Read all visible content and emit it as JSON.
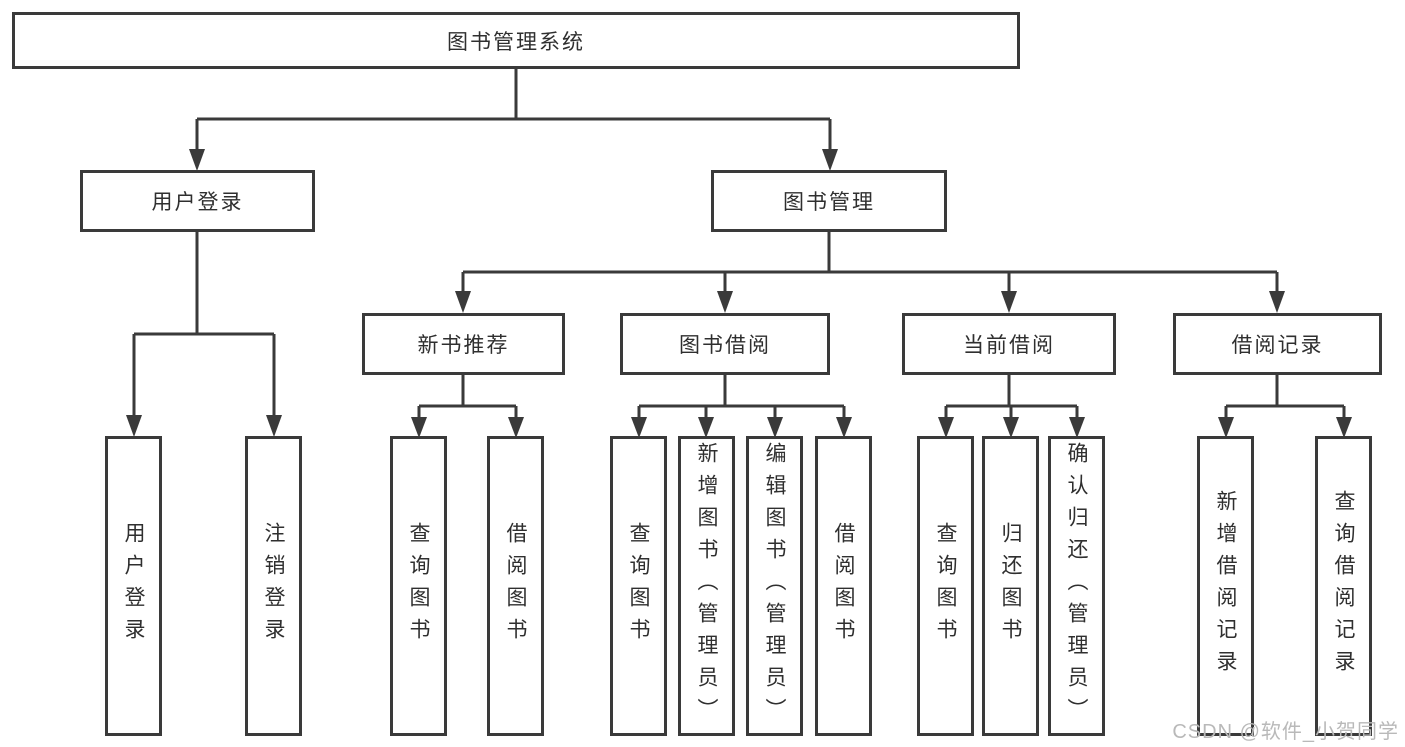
{
  "colors": {
    "line": "#3a3a3a",
    "text": "#2f2f2f",
    "background": "#ffffff",
    "watermark": "#b9b9b9"
  },
  "nodes": {
    "root": "图书管理系统",
    "user_login": "用户登录",
    "book_mgmt": "图书管理",
    "new_book_rec": "新书推荐",
    "book_borrow": "图书借阅",
    "current_borrow": "当前借阅",
    "borrow_record": "借阅记录",
    "leaf_user_login": "用户登录",
    "leaf_logout": "注销登录",
    "leaf_query_book_1": "查询图书",
    "leaf_borrow_book_1": "借阅图书",
    "leaf_query_book_2": "查询图书",
    "leaf_add_book": "新增图书（管理员）",
    "leaf_edit_book": "编辑图书（管理员）",
    "leaf_borrow_book_2": "借阅图书",
    "leaf_query_book_3": "查询图书",
    "leaf_return_book": "归还图书",
    "leaf_confirm_return": "确认归还（管理员）",
    "leaf_add_record": "新增借阅记录",
    "leaf_query_record": "查询借阅记录"
  },
  "edges": [
    {
      "parent": "root",
      "children": [
        "user_login",
        "book_mgmt"
      ]
    },
    {
      "parent": "user_login",
      "children": [
        "leaf_user_login",
        "leaf_logout"
      ]
    },
    {
      "parent": "book_mgmt",
      "children": [
        "new_book_rec",
        "book_borrow",
        "current_borrow",
        "borrow_record"
      ]
    },
    {
      "parent": "new_book_rec",
      "children": [
        "leaf_query_book_1",
        "leaf_borrow_book_1"
      ]
    },
    {
      "parent": "book_borrow",
      "children": [
        "leaf_query_book_2",
        "leaf_add_book",
        "leaf_edit_book",
        "leaf_borrow_book_2"
      ]
    },
    {
      "parent": "current_borrow",
      "children": [
        "leaf_query_book_3",
        "leaf_return_book",
        "leaf_confirm_return"
      ]
    },
    {
      "parent": "borrow_record",
      "children": [
        "leaf_add_record",
        "leaf_query_record"
      ]
    }
  ],
  "watermark": "CSDN @软件_小贺同学"
}
